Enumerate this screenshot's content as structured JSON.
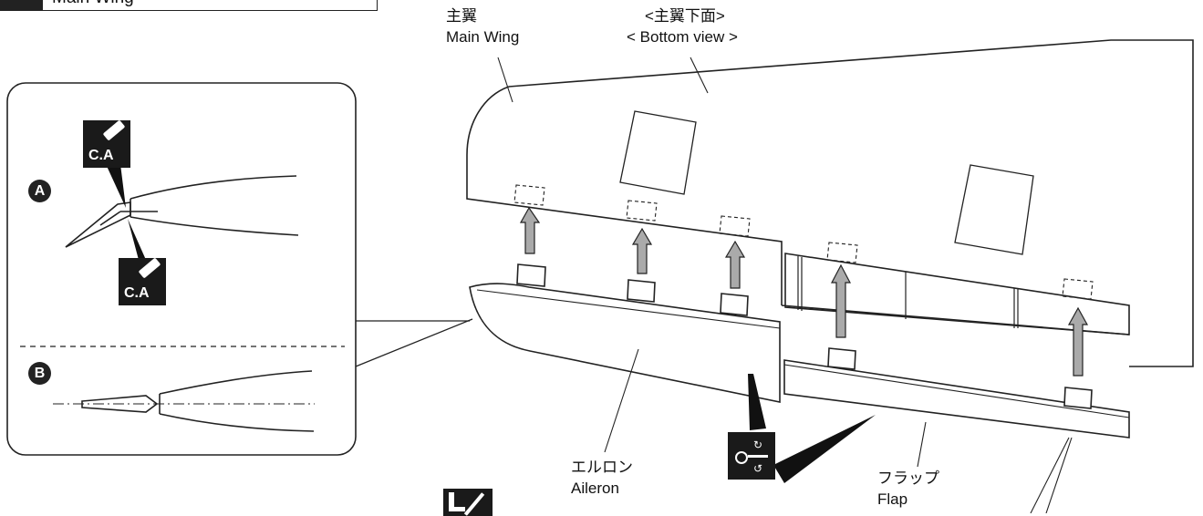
{
  "header_box": {
    "label": "Main Wing"
  },
  "labels": {
    "main_wing_jp": "主翼",
    "main_wing_en": "Main Wing",
    "bottom_view_jp": "<主翼下面>",
    "bottom_view_en": "< Bottom view >",
    "aileron_jp": "エルロン",
    "aileron_en": "Aileron",
    "flap_jp": "フラップ",
    "flap_en": "Flap"
  },
  "detail": {
    "marker_a": "A",
    "marker_b": "B",
    "glue_label": "C.A"
  },
  "icons": {
    "glue": "ca-glue-icon",
    "hinge": "hinge-flex-icon",
    "partial": "partial-symbol-icon"
  },
  "colors": {
    "line": "#222222",
    "arrow_fill": "#aaaaaa",
    "badge": "#1a1a1a"
  }
}
